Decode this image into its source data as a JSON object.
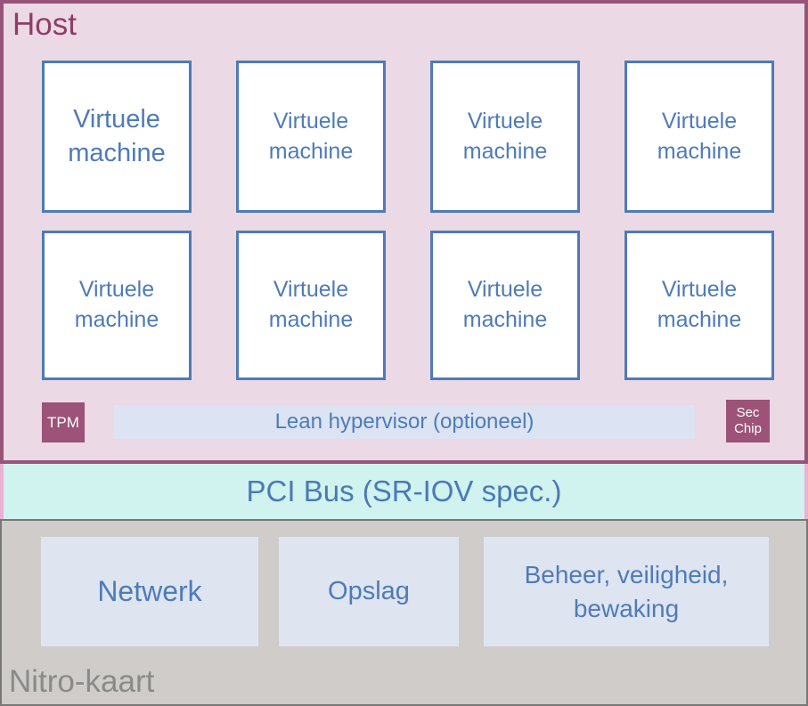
{
  "host": {
    "title": "Host",
    "vm_label": "Virtuele machine",
    "tpm_label": "TPM",
    "hypervisor_label": "Lean hypervisor (optioneel)",
    "sec_chip_label": "Sec Chip"
  },
  "pci_bus": {
    "label": "PCI Bus (SR-IOV spec.)"
  },
  "nitro_card": {
    "title": "Nitro-kaart",
    "boxes": [
      {
        "label": "Netwerk"
      },
      {
        "label": "Opslag"
      },
      {
        "label": "Beheer, veiligheid, bewaking"
      }
    ]
  },
  "colors": {
    "host_bg": "#EBD9E6",
    "host_border": "#985379",
    "host_title_text": "#8E3E66",
    "vm_border": "#4E7BB7",
    "vm_text": "#4E7BB7",
    "chip_bg": "#9D5278",
    "chip_text": "#FFFFFF",
    "hypervisor_bg": "#DCE3F2",
    "hypervisor_text": "#4D7CBA",
    "pci_bg": "#D0F3EF",
    "pci_side_border": "#EDB0D4",
    "pci_text": "#4B7AB8",
    "nitro_bg": "#CFCCCA",
    "nitro_border": "#777875",
    "nitro_box_bg": "#DFE4F1",
    "nitro_box_text": "#4D7CBA",
    "nitro_title_text": "#8A8A88"
  }
}
